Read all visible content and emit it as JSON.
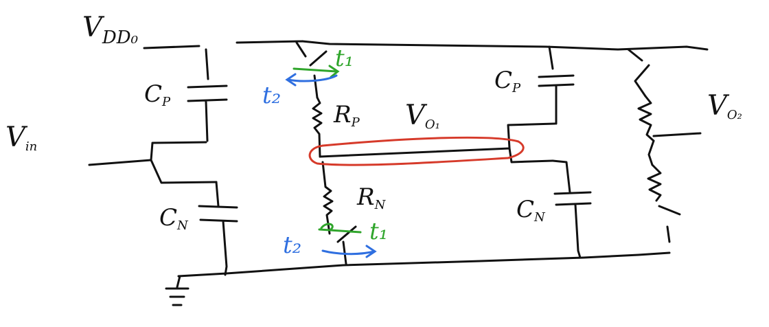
{
  "labels": {
    "vdd": "V",
    "vdd_sub": "DD₀",
    "vin": "V",
    "vin_sub": "in",
    "cp_left": "C",
    "cp_left_sub": "P",
    "cn_left": "C",
    "cn_left_sub": "N",
    "t1_top": "t₁",
    "t2_top": "t₂",
    "rp": "R",
    "rp_sub": "P",
    "vo1": "V",
    "vo1_sub": "O₁",
    "rn": "R",
    "rn_sub": "N",
    "t1_bot": "t₁",
    "t2_bot": "t₂",
    "cp_right": "C",
    "cp_right_sub": "P",
    "cn_right": "C",
    "cn_right_sub": "N",
    "vo2": "V",
    "vo2_sub": "O₂"
  },
  "colors": {
    "ink": "#111111",
    "t1": "#2fa52b",
    "t2": "#2f6fe0",
    "highlight": "#d63a2a"
  }
}
